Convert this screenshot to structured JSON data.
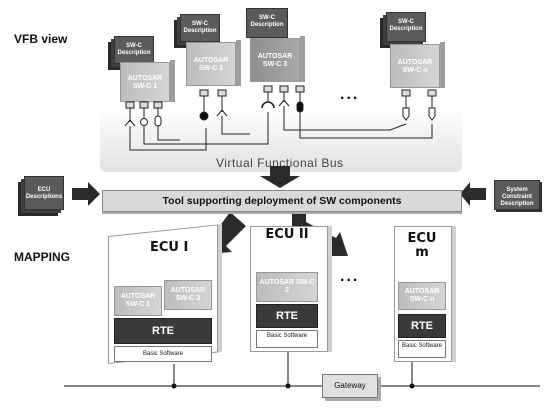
{
  "labels": {
    "vfb_view": "VFB view",
    "mapping": "MAPPING",
    "virtual_functional_bus": "Virtual Functional Bus",
    "tool": "Tool supporting deployment of SW components",
    "ecu_descriptions": "ECU Descriptions",
    "system_constraint": "System Constraint Description",
    "gateway": "Gateway",
    "dots": "..."
  },
  "vfb_components": [
    {
      "desc": "SW-C Description",
      "swc": "AUTOSAR SW-C 1"
    },
    {
      "desc": "SW-C Description",
      "swc": "AUTOSAR SW-C 2"
    },
    {
      "desc": "SW-C Description",
      "swc": "AUTOSAR SW-C 3"
    },
    {
      "desc": "SW-C Description",
      "swc": "AUTOSAR SW-C n"
    }
  ],
  "ecus": [
    {
      "title": "ECU I",
      "swcs": [
        "AUTOSAR SW-C 1",
        "AUTOSAR SW-C 3"
      ],
      "rte": "RTE",
      "bsw": "Basic Software"
    },
    {
      "title": "ECU II",
      "swcs": [
        "AUTOSAR SW-C 2"
      ],
      "rte": "RTE",
      "bsw": "Basic Software"
    },
    {
      "title": "ECU m",
      "swcs": [
        "AUTOSAR SW-C n"
      ],
      "rte": "RTE",
      "bsw": "Basic Software"
    }
  ]
}
